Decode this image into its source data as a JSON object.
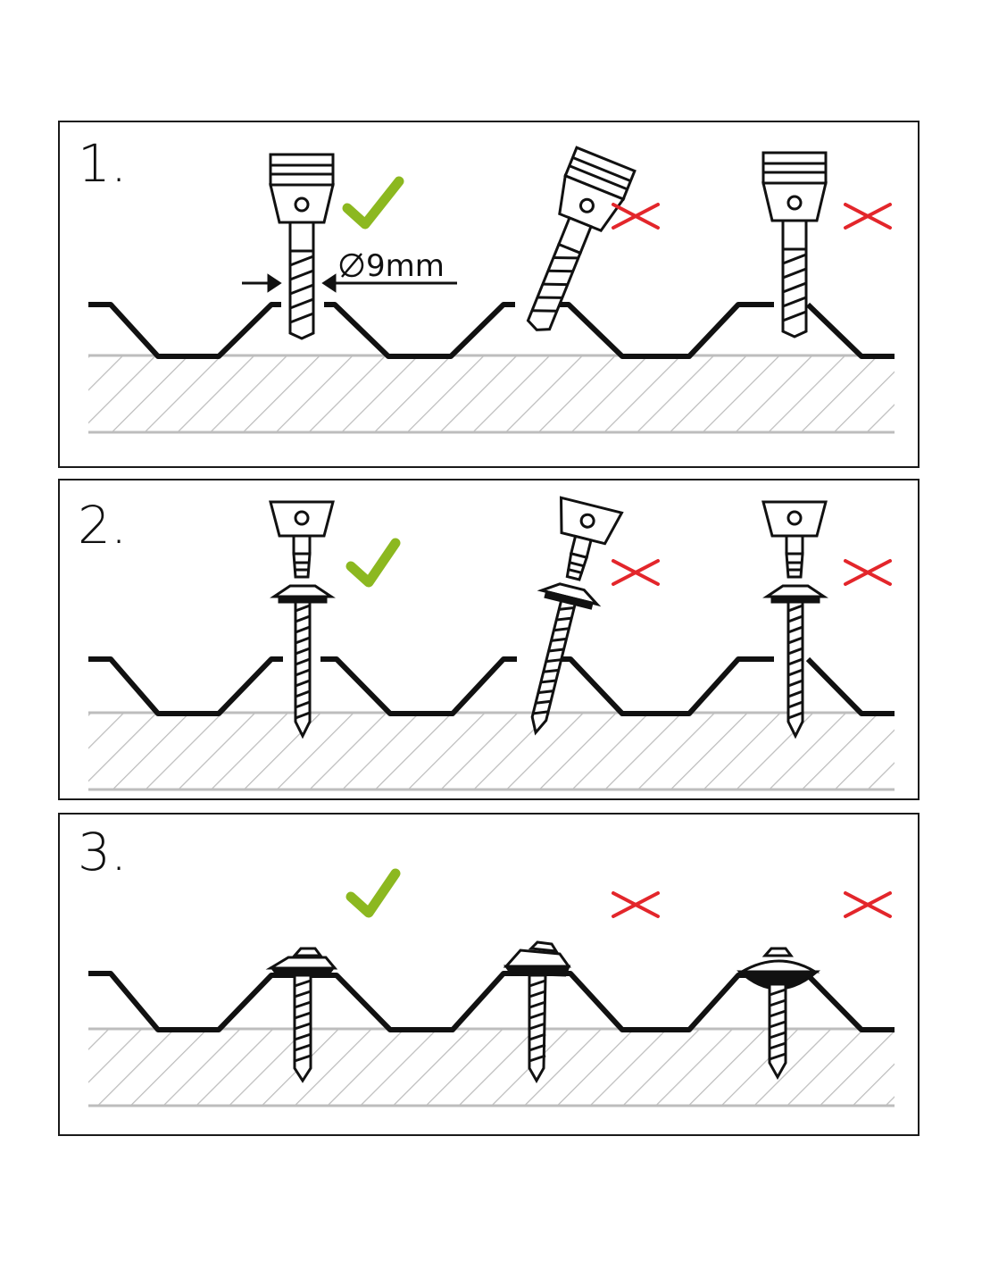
{
  "panels": [
    {
      "number": "1.",
      "drill_diameter": "9mm",
      "marks": [
        "check",
        "cross",
        "cross"
      ]
    },
    {
      "number": "2.",
      "marks": [
        "check",
        "cross",
        "cross"
      ]
    },
    {
      "number": "3.",
      "marks": [
        "check",
        "cross",
        "cross"
      ]
    }
  ],
  "colors": {
    "check": "#8cb820",
    "cross": "#e3262b",
    "outline": "#111111",
    "hatch": "#bdbdbd"
  }
}
